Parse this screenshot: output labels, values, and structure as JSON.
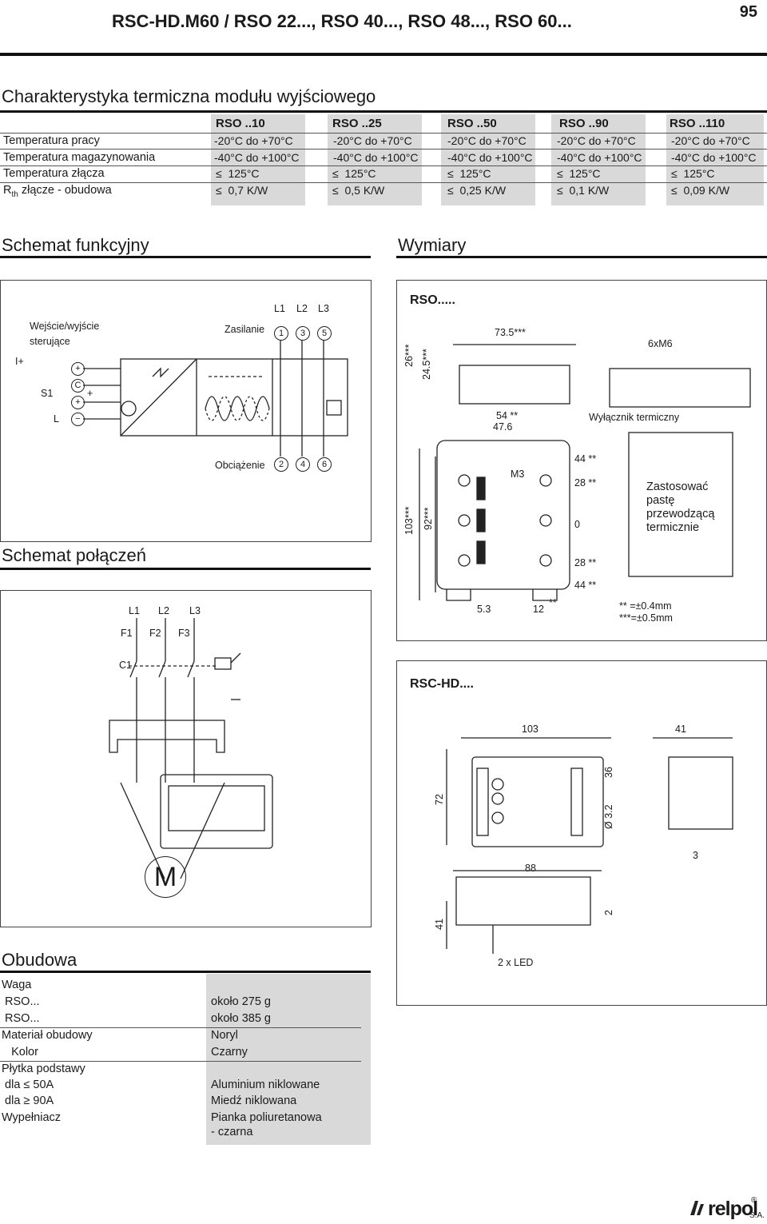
{
  "document": {
    "title": "RSC-HD.M60 / RSO 22..., RSO 40..., RSO 48..., RSO 60...",
    "page_number": "95"
  },
  "thermal": {
    "heading": "Charakterystyka termiczna modułu wyjściowego",
    "row_labels": [
      "Temperatura pracy",
      "Temperatura magazynowania",
      "Temperatura złącza"
    ],
    "rth_symbol": "R",
    "rth_sub": "th",
    "rth_label": " złącze - obudowa",
    "columns": [
      {
        "header": "RSO ..10",
        "work": "-20°C do +70°C",
        "storage": "-40°C do +100°C",
        "junction": "125°C",
        "rth": "0,7 K/W"
      },
      {
        "header": "RSO ..25",
        "work": "-20°C do +70°C",
        "storage": "-40°C do +100°C",
        "junction": "125°C",
        "rth": "0,5 K/W"
      },
      {
        "header": "RSO ..50",
        "work": "-20°C do +70°C",
        "storage": "-40°C do +100°C",
        "junction": "125°C",
        "rth": "0,25 K/W"
      },
      {
        "header": "RSO ..90",
        "work": "-20°C do +70°C",
        "storage": "-40°C do +100°C",
        "junction": "125°C",
        "rth": "0,1 K/W"
      },
      {
        "header": "RSO ..110",
        "work": "-20°C do +70°C",
        "storage": "-40°C do +100°C",
        "junction": "125°C",
        "rth": "0,09 K/W"
      }
    ],
    "le_symbol": "≤"
  },
  "functional": {
    "heading": "Schemat funkcyjny",
    "io_label_line1": "Wejście/wyjście",
    "io_label_line2": "sterujące",
    "supply_label": "Zasilanie",
    "load_label": "Obciążenie",
    "phase_labels": [
      "L1",
      "L2",
      "L3"
    ],
    "supply_terminals": [
      "1",
      "3",
      "5"
    ],
    "load_terminals": [
      "2",
      "4",
      "6"
    ],
    "control_terminals": [
      "+",
      "C",
      "+",
      "−"
    ],
    "side_marks": [
      "I+",
      "S1",
      "+",
      "L"
    ]
  },
  "connection": {
    "heading": "Schemat połączeń",
    "phases": [
      "L1",
      "L2",
      "L3"
    ],
    "fuses": [
      "F1",
      "F2",
      "F3"
    ],
    "contactor": "C1",
    "motor": "M"
  },
  "dimensions": {
    "heading": "Wymiary",
    "rso": {
      "label": "RSO.....",
      "top_width": "73.5***",
      "screws": "6xM6",
      "h1": "26***",
      "h2": "24.5***",
      "w54": "54",
      "w54_tol": "**",
      "w47": "47.6",
      "thermal_switch": "Wyłącznik termiczny",
      "m3": "M3",
      "right_marks": [
        "44",
        "28",
        "0",
        "28",
        "44"
      ],
      "right_tols": [
        "**",
        "**",
        "",
        "**",
        "**"
      ],
      "h103": "103***",
      "h92": "92***",
      "bottom_53": "5.3",
      "bottom_12": "12",
      "bottom_tol": "**",
      "paste_note": [
        "Zastosować",
        "pastę",
        "przewodzącą",
        "termicznie"
      ],
      "tol_2star": "** =±0.4mm",
      "tol_3star": "***=±0.5mm"
    },
    "rschd": {
      "label": "RSC-HD....",
      "w103": "103",
      "w41": "41",
      "h72": "72",
      "h36": "36",
      "d32": "Ø 3.2",
      "w88": "88",
      "w3": "3",
      "h41": "41",
      "h2": "2",
      "leds": "2 x LED"
    }
  },
  "housing": {
    "heading": "Obudowa",
    "rows": [
      {
        "label": "Waga",
        "value": ""
      },
      {
        "label": " RSO...",
        "value": "około 275 g"
      },
      {
        "label": " RSO...",
        "value": "około 385 g"
      },
      {
        "label": "Materiał obudowy",
        "value": "Noryl"
      },
      {
        "label": "   Kolor",
        "value": "Czarny"
      },
      {
        "label": "Płytka podstawy",
        "value": ""
      },
      {
        "label": " dla",
        "value": ""
      },
      {
        "label": " dla",
        "value": "Miedź niklowana"
      },
      {
        "label": "Wypełniacz",
        "value": "Pianka poliuretanowa"
      },
      {
        "label": "",
        "value": "- czarna"
      }
    ],
    "dla50": "50A",
    "dla90": "90A",
    "ge_symbol": "≥",
    "alu": "Aluminium niklowane"
  },
  "brand": {
    "name": "relpol",
    "reg": "®",
    "suffix": "S.A."
  }
}
